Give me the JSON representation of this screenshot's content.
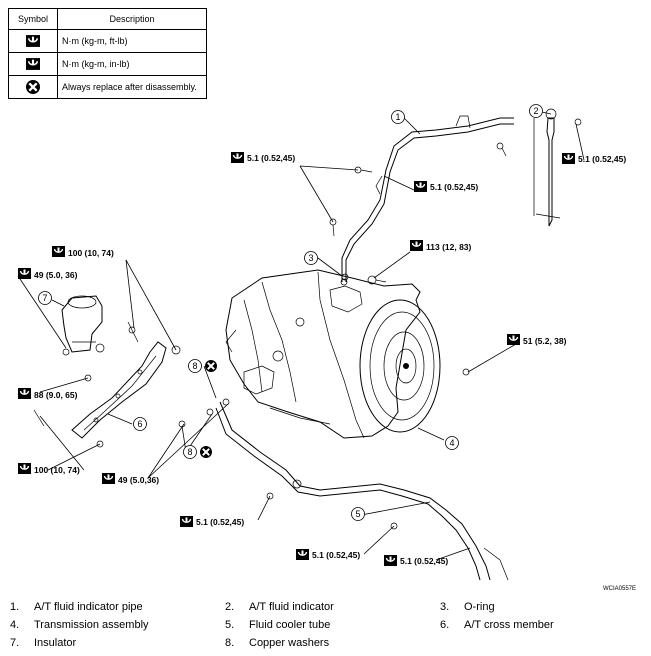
{
  "legend": {
    "header_symbol": "Symbol",
    "header_description": "Description",
    "rows": [
      {
        "icon": "torque-wrench-icon",
        "description": "N·m (kg-m, ft-lb)"
      },
      {
        "icon": "torque-wrench-inlb-icon",
        "description": "N·m (kg-m, in-lb)"
      },
      {
        "icon": "replace-x-icon",
        "description": "Always replace after disassembly."
      }
    ]
  },
  "callouts": {
    "c1": "1",
    "c2": "2",
    "c3": "3",
    "c4": "4",
    "c5": "5",
    "c6": "6",
    "c7": "7",
    "c8a": "8",
    "c8b": "8"
  },
  "torques": {
    "t_pipe_left": "5.1 (0.52,45)",
    "t_pipe_right": "5.1 (0.52,45)",
    "t_indicator": "5.1 (0.52,45)",
    "t_113": "113 (12, 83)",
    "t_51": "51 (5.2, 38)",
    "t_100_top": "100 (10, 74)",
    "t_49_top": "49 (5.0, 36)",
    "t_88": "88 (9.0, 65)",
    "t_100_bottom": "100 (10, 74)",
    "t_49_bottom": "49 (5.0,36)",
    "t_cooler_left": "5.1 (0.52,45)",
    "t_cooler_mid": "5.1 (0.52,45)",
    "t_cooler_right": "5.1 (0.52,45)"
  },
  "figure_code": "WCIA0557E",
  "parts": [
    {
      "num": "1.",
      "name": "A/T fluid indicator pipe"
    },
    {
      "num": "2.",
      "name": "A/T fluid indicator"
    },
    {
      "num": "3.",
      "name": "O-ring"
    },
    {
      "num": "4.",
      "name": "Transmission assembly"
    },
    {
      "num": "5.",
      "name": "Fluid cooler tube"
    },
    {
      "num": "6.",
      "name": "A/T cross member"
    },
    {
      "num": "7.",
      "name": "Insulator"
    },
    {
      "num": "8.",
      "name": "Copper washers"
    }
  ]
}
